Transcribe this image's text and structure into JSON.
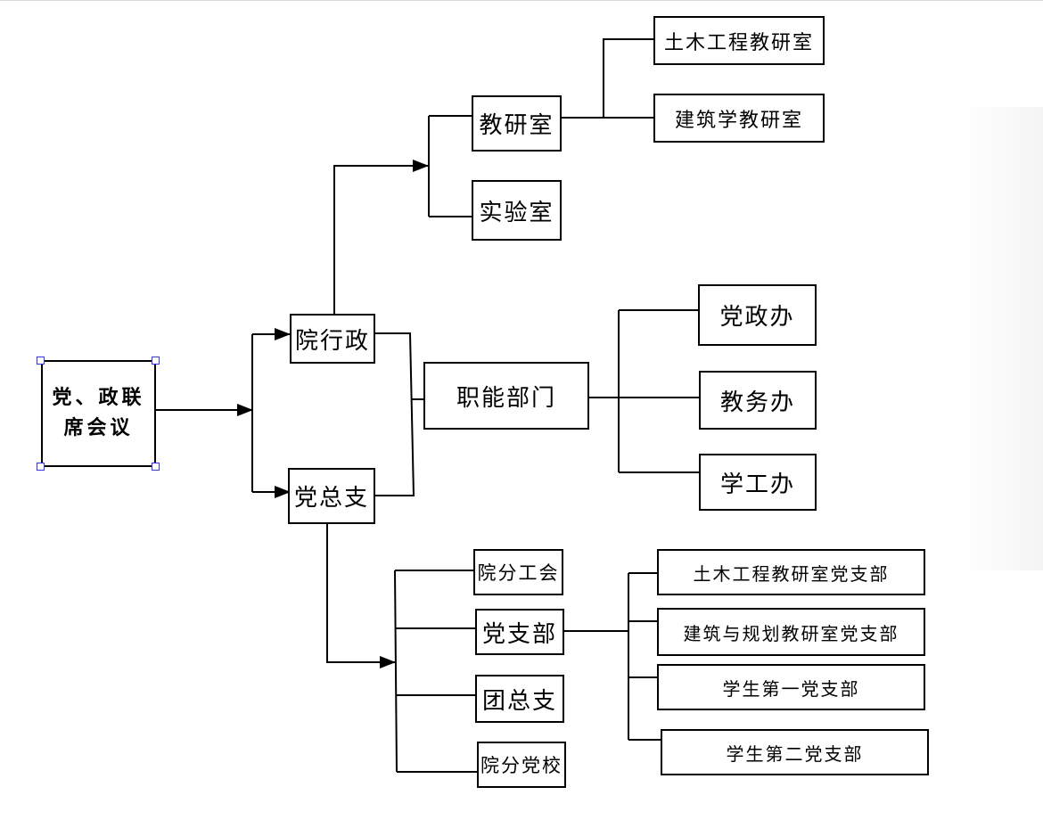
{
  "diagram": {
    "root": "党、政联席会议",
    "level1": {
      "admin": "院行政",
      "party": "党总支"
    },
    "teaching_research": {
      "label": "教研室",
      "children": [
        "土木工程教研室",
        "建筑学教研室"
      ]
    },
    "lab": "实验室",
    "functional": {
      "label": "职能部门",
      "children": [
        "党政办",
        "教务办",
        "学工办"
      ]
    },
    "party_units": {
      "children": [
        "院分工会",
        "党支部",
        "团总支",
        "院分党校"
      ]
    },
    "party_branches": {
      "children": [
        "土木工程教研室党支部",
        "建筑与规划教研室党支部",
        "学生第一党支部",
        "学生第二党支部"
      ]
    }
  }
}
